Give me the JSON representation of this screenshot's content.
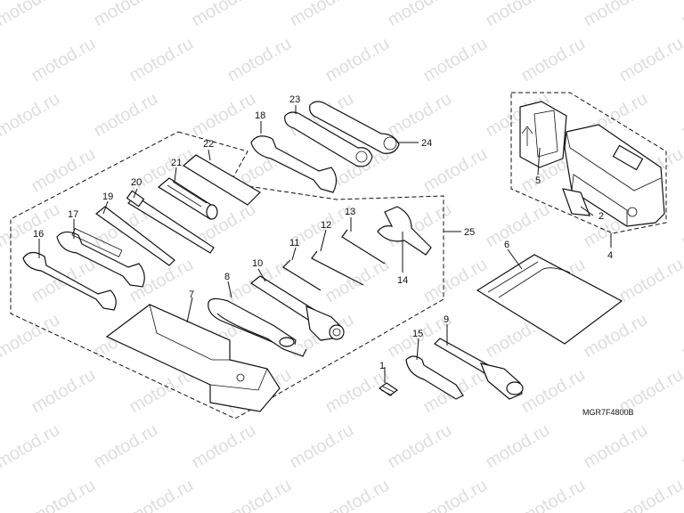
{
  "watermark": {
    "text": "motod.ru"
  },
  "drawing_code": "MGR7F4800B",
  "callouts": [
    {
      "id": "c1",
      "label": "1"
    },
    {
      "id": "c2",
      "label": "2"
    },
    {
      "id": "c4",
      "label": "4"
    },
    {
      "id": "c5",
      "label": "5"
    },
    {
      "id": "c6",
      "label": "6"
    },
    {
      "id": "c7",
      "label": "7"
    },
    {
      "id": "c8",
      "label": "8"
    },
    {
      "id": "c9",
      "label": "9"
    },
    {
      "id": "c10",
      "label": "10"
    },
    {
      "id": "c11",
      "label": "11"
    },
    {
      "id": "c12",
      "label": "12"
    },
    {
      "id": "c13",
      "label": "13"
    },
    {
      "id": "c14",
      "label": "14"
    },
    {
      "id": "c15",
      "label": "15"
    },
    {
      "id": "c16",
      "label": "16"
    },
    {
      "id": "c17",
      "label": "17"
    },
    {
      "id": "c18",
      "label": "18"
    },
    {
      "id": "c19",
      "label": "19"
    },
    {
      "id": "c20",
      "label": "20"
    },
    {
      "id": "c21",
      "label": "21"
    },
    {
      "id": "c22",
      "label": "22"
    },
    {
      "id": "c23",
      "label": "23"
    },
    {
      "id": "c24",
      "label": "24"
    },
    {
      "id": "c25",
      "label": "25"
    }
  ]
}
